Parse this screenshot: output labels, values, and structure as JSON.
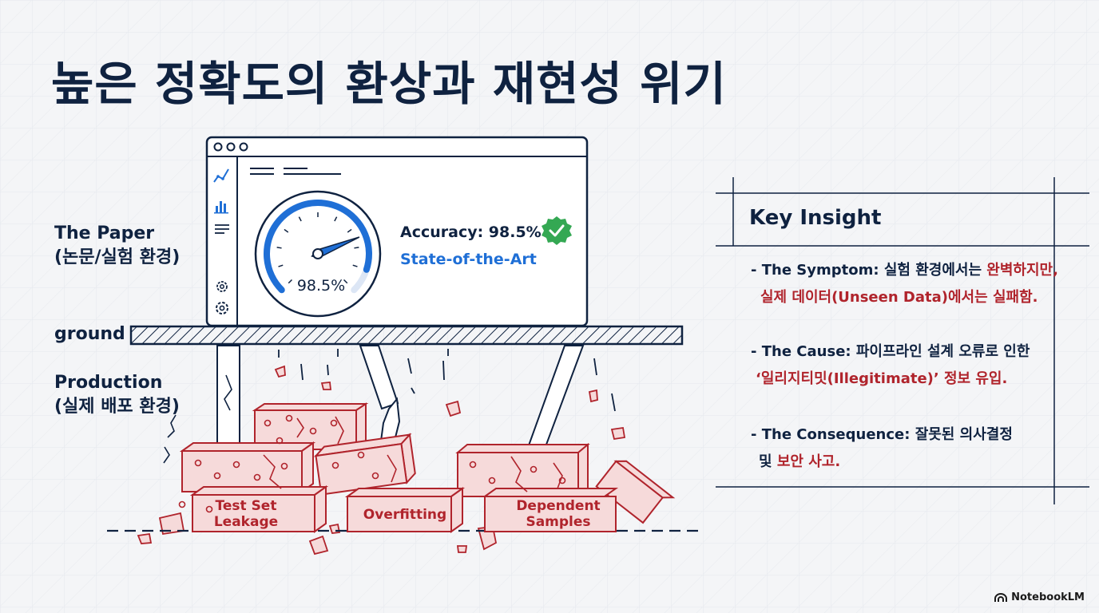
{
  "title": "높은 정확도의 환상과 재현성 위기",
  "labels": {
    "paper_line1": "The Paper",
    "paper_line2": "(논문/실험 환경)",
    "ground": "ground",
    "production_line1": "Production",
    "production_line2": "(실제 배포 환경)"
  },
  "dashboard": {
    "gauge_value": "98.5%",
    "gauge_level": 0.9,
    "accuracy": "Accuracy: 98.5%",
    "status": "State-of-the-Art"
  },
  "bricks": {
    "leakage_line1": "Test Set",
    "leakage_line2": "Leakage",
    "overfitting": "Overfitting",
    "dependent_line1": "Dependent",
    "dependent_line2": "Samples"
  },
  "insight": {
    "title": "Key Insight",
    "symptom_label": "- The Symptom: ",
    "symptom_text1": "실험 환경에서는 ",
    "symptom_red1": "완벽하지만,",
    "symptom_red2": "실제 데이터(Unseen Data)에서는 실패함.",
    "cause_label": "- The Cause: ",
    "cause_text1": "파이프라인 설계 오류로 인한",
    "cause_red1": "‘일리지티밋(Illegitimate)’ 정보 유입.",
    "consequence_label": "- The Consequence: ",
    "consequence_text1": "잘못된 의사결정",
    "consequence_text2": "및 ",
    "consequence_red1": "보안 사고."
  },
  "brand": "NotebookLM",
  "colors": {
    "navy": "#0f2240",
    "accent_blue": "#1f6fd6",
    "check_green": "#34a853",
    "brick_red": "#b0242c",
    "brick_fill": "#f6dada"
  },
  "icons": [
    "line-chart-icon",
    "bar-chart-icon",
    "menu-icon",
    "settings-icon",
    "gear-icon",
    "check-badge-icon",
    "notebooklm-logo-icon"
  ]
}
